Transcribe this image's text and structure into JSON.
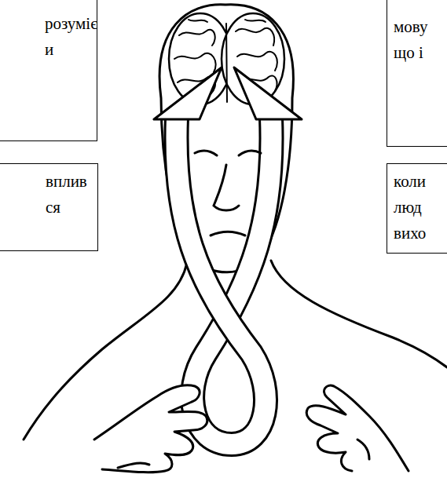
{
  "diagram": {
    "nodes": [
      {
        "text": [
          "розуміє и"
        ]
      },
      {
        "text": [
          "мову що і"
        ]
      },
      {
        "text": [
          "вплив ся"
        ]
      },
      {
        "text": [
          "коли люд вихо"
        ]
      }
    ]
  }
}
